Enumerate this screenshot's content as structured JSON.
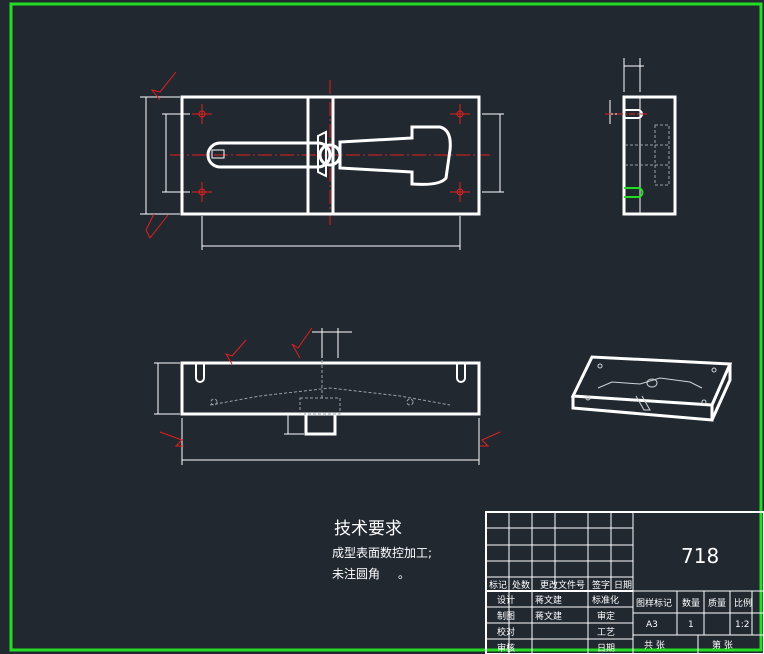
{
  "drawing": {
    "colors": {
      "frame": "#22dd22",
      "background": "#212830",
      "outline": "#ffffff",
      "centerline": "#e02020",
      "dimension": "#ffffff",
      "hidden": "#9aa0a6"
    }
  },
  "notes": {
    "heading": "技术要求",
    "line1": "成型表面数控加工;",
    "line2": "未注圆角",
    "line2_suffix": "。"
  },
  "title_block": {
    "part_code": "718",
    "revision_headers": [
      "标记",
      "处数",
      "更改文件号",
      "签字",
      "日期"
    ],
    "signoff": {
      "design_label": "设计",
      "design_name": "蒋文建",
      "standardize_label": "标准化",
      "draw_label": "制图",
      "draw_name": "蒋文建",
      "review_label": "审定",
      "check_label": "校对",
      "process_label": "工艺",
      "audit_label": "审核",
      "date_label": "日期"
    },
    "info_headers": [
      "图样标记",
      "数量",
      "质量",
      "比例"
    ],
    "info_values": {
      "mark": "A3",
      "quantity": "1",
      "weight": "",
      "scale": "1:2"
    },
    "sheets_total_label": "共 张",
    "sheet_no_label": "第 张"
  }
}
